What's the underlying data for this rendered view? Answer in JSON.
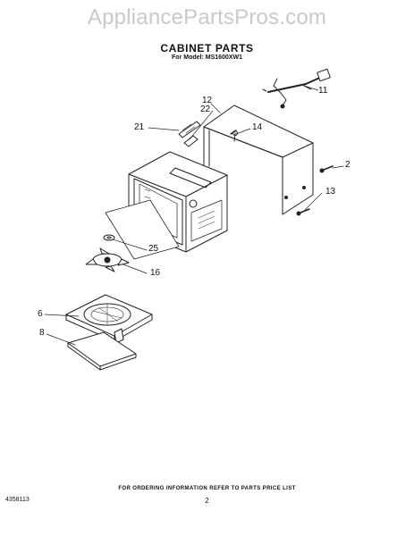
{
  "watermark": "AppliancePartsPros.com",
  "title": "CABINET PARTS",
  "model_line": "For Model: MS1600XW1",
  "callouts": {
    "c11": "11",
    "c12": "12",
    "c22": "22",
    "c21": "21",
    "c14": "14",
    "c2": "2",
    "c13": "13",
    "c25": "25",
    "c16": "16",
    "c6": "6",
    "c8": "8"
  },
  "footer": {
    "order_note": "FOR ORDERING INFORMATION REFER TO PARTS PRICE LIST",
    "page_number": "2",
    "doc_number": "4358113"
  }
}
